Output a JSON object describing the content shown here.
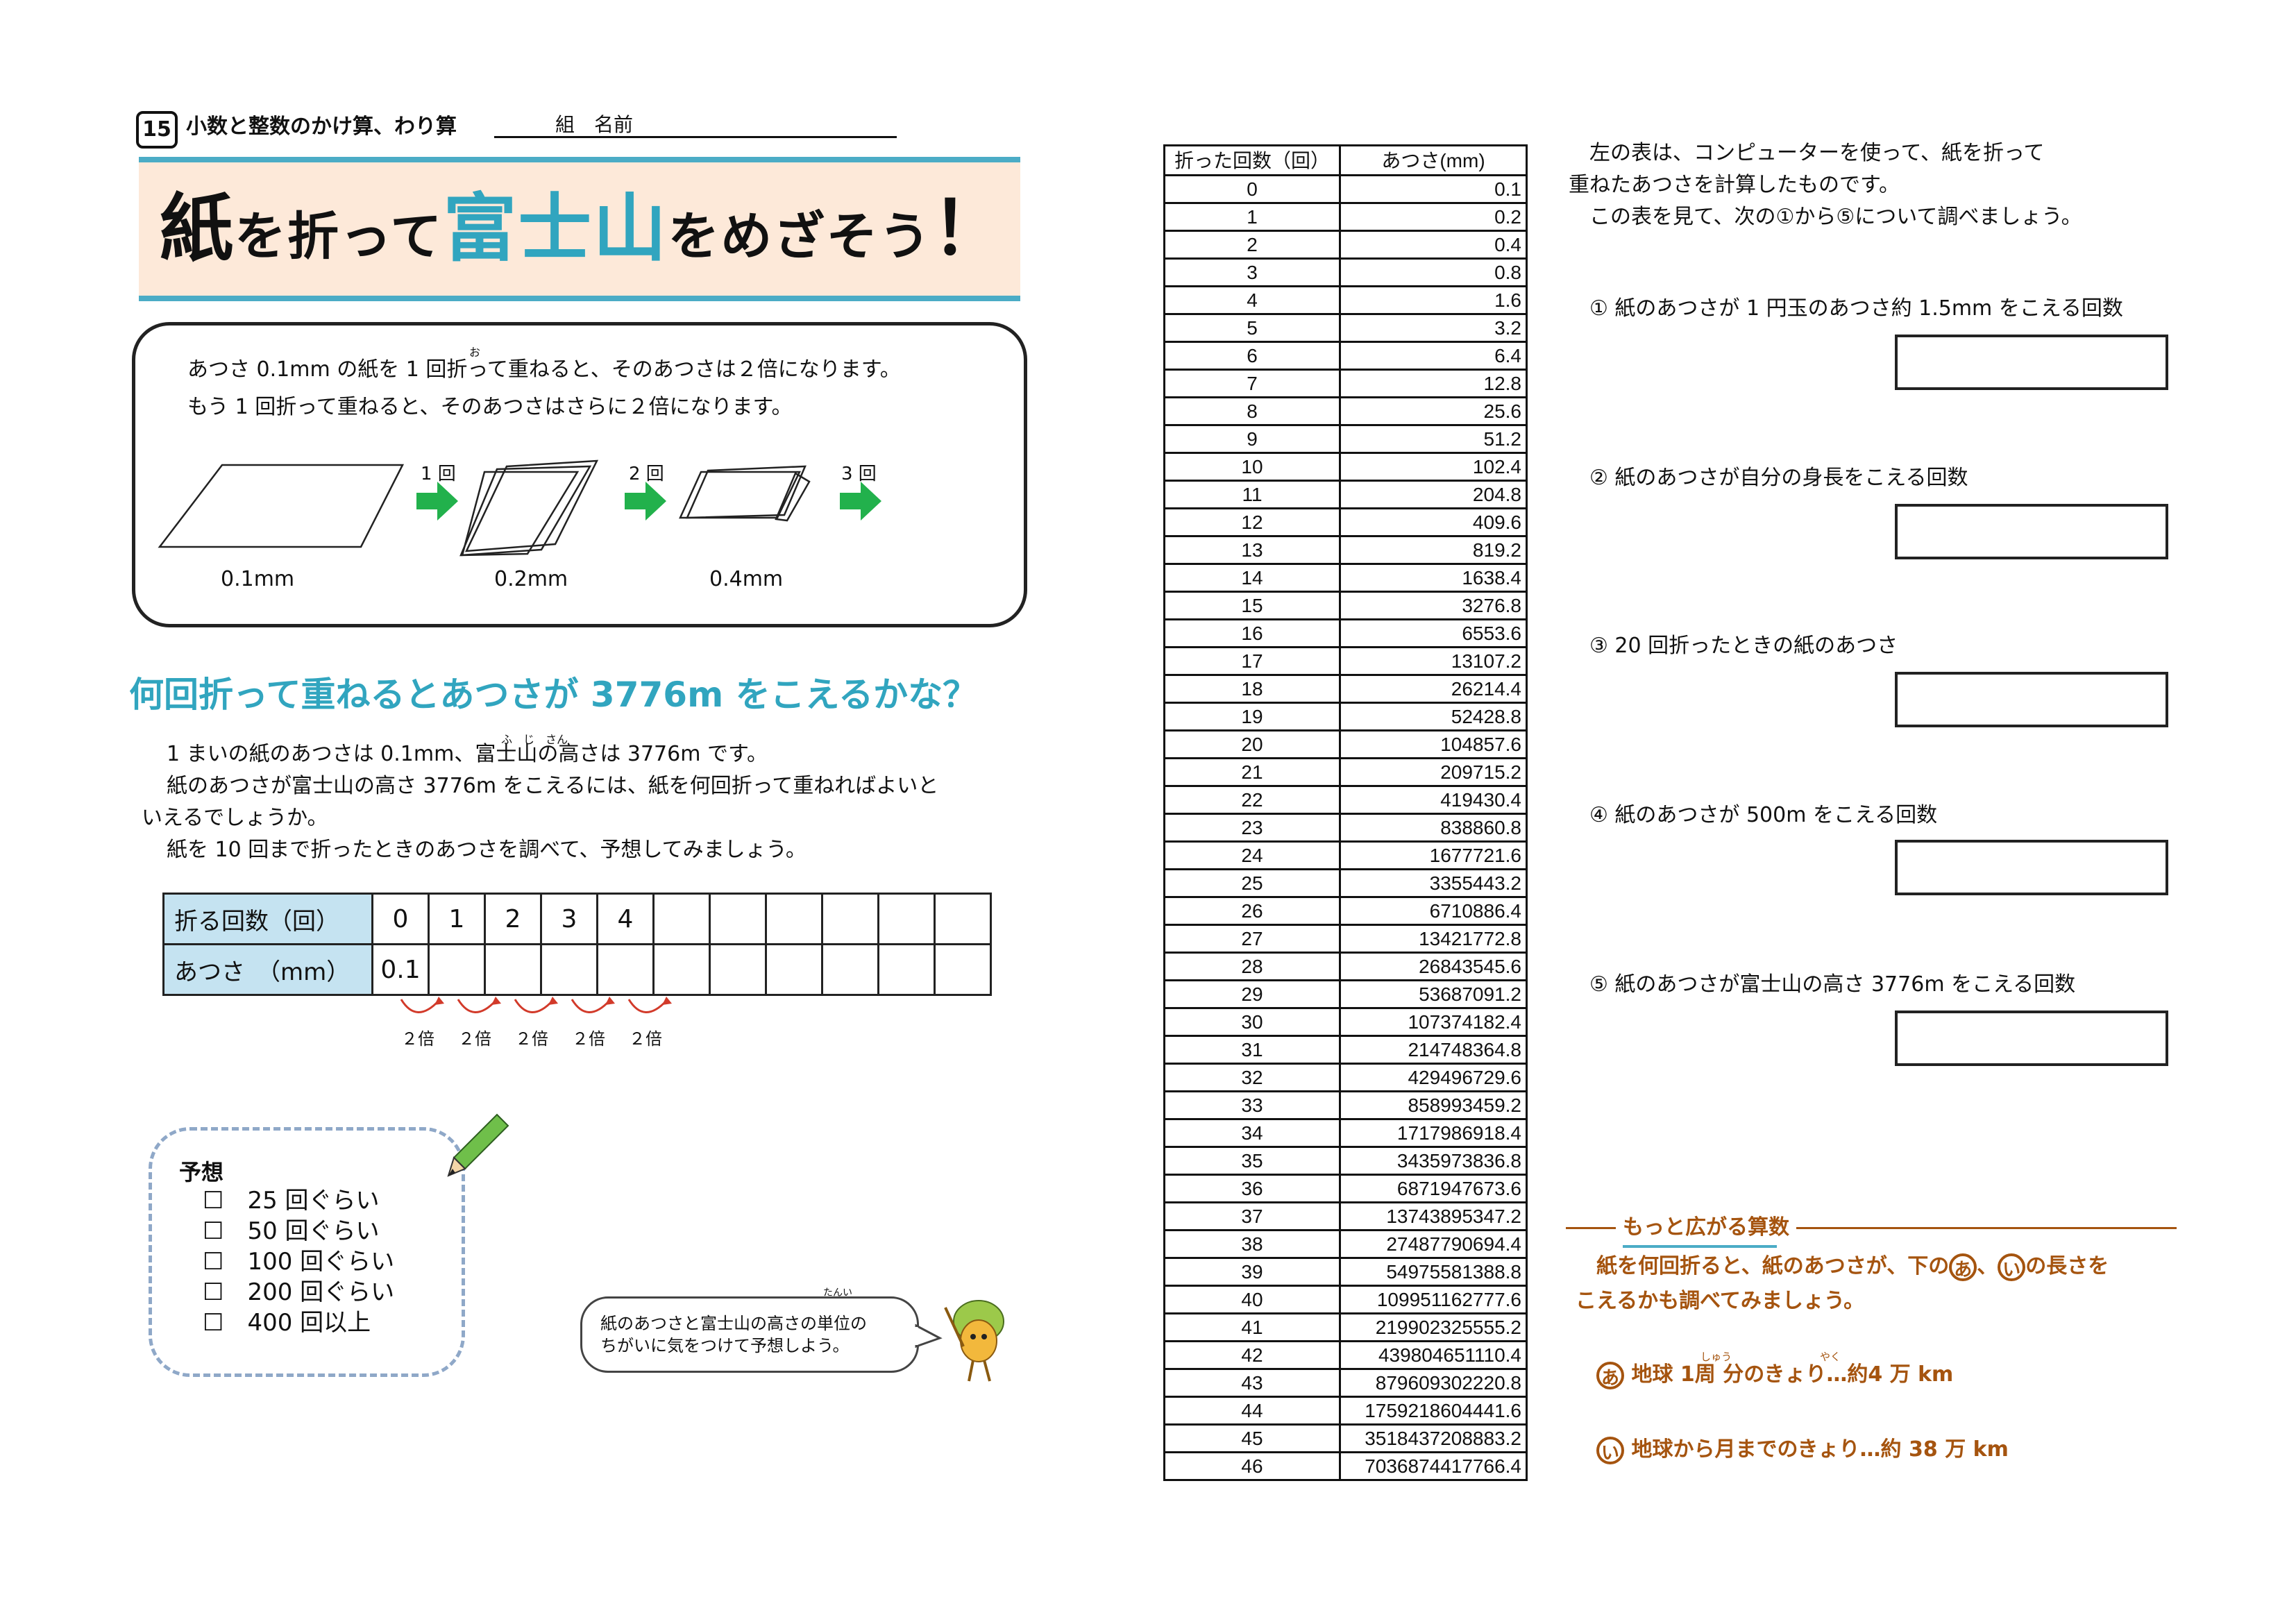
{
  "header": {
    "number": "15",
    "unit_title": "小数と整数のかけ算、わり算",
    "name_label": "組　名前"
  },
  "title": {
    "part1": "紙",
    "part2": "を折って",
    "part3": "富士山",
    "part4": "をめざそう",
    "part5": "！",
    "colors": {
      "accent": "#4bacc6",
      "band": "#fde9d9",
      "fuji": "#31a5bf"
    }
  },
  "info": {
    "line1_a": "あつさ 0.1mm の紙を 1 回",
    "line1_ori": "折",
    "line1_b": "って重ねると、そのあつさは２倍になります。",
    "ori_furigana": "お",
    "line2": "もう 1 回折って重ねると、そのあつさはさらに２倍になります。",
    "fold_labels": [
      "1 回",
      "2 回",
      "3 回"
    ],
    "thickness_labels": [
      "0.1mm",
      "0.2mm",
      "0.4mm"
    ]
  },
  "question": {
    "heading": "何回折って重ねるとあつさが 3776m をこえるかな？",
    "p1_a": "1 まいの紙のあつさは 0.1mm、",
    "p1_fuji": "富士山",
    "p1_b": "の高さは 3776m です。",
    "fuji_furigana": "ふ　じ　さん",
    "p2": "紙のあつさが富士山の高さ 3776m をこえるには、紙を何回折って重ねればよいと",
    "p3": "いえるでしょうか。",
    "p4": "紙を 10 回まで折ったときのあつさを調べて、予想してみましょう。"
  },
  "fold_table": {
    "row1_label": "折る回数（回）",
    "row2_label": "あつさ　（mm）",
    "counts": [
      "0",
      "1",
      "2",
      "3",
      "4",
      "",
      "",
      "",
      "",
      "",
      ""
    ],
    "thickness": [
      "0.1",
      "",
      "",
      "",
      "",
      "",
      "",
      "",
      "",
      "",
      ""
    ],
    "times_label": "２倍"
  },
  "prediction": {
    "title": "予想",
    "items": [
      "☐　25 回ぐらい",
      "☐　50 回ぐらい",
      "☐　100 回ぐらい",
      "☐　200 回ぐらい",
      "☐　400 回以上"
    ]
  },
  "bubble": {
    "line1_a": "紙のあつさと富士山の高さの",
    "line1_tan": "単位",
    "line1_b": "の",
    "tan_furigana": "たんい",
    "line2": "ちがいに気をつけて予想しよう。"
  },
  "data_table": {
    "col_headers": [
      "折った回数（回）",
      "あつさ(mm)"
    ],
    "rows": [
      [
        "0",
        "0.1"
      ],
      [
        "1",
        "0.2"
      ],
      [
        "2",
        "0.4"
      ],
      [
        "3",
        "0.8"
      ],
      [
        "4",
        "1.6"
      ],
      [
        "5",
        "3.2"
      ],
      [
        "6",
        "6.4"
      ],
      [
        "7",
        "12.8"
      ],
      [
        "8",
        "25.6"
      ],
      [
        "9",
        "51.2"
      ],
      [
        "10",
        "102.4"
      ],
      [
        "11",
        "204.8"
      ],
      [
        "12",
        "409.6"
      ],
      [
        "13",
        "819.2"
      ],
      [
        "14",
        "1638.4"
      ],
      [
        "15",
        "3276.8"
      ],
      [
        "16",
        "6553.6"
      ],
      [
        "17",
        "13107.2"
      ],
      [
        "18",
        "26214.4"
      ],
      [
        "19",
        "52428.8"
      ],
      [
        "20",
        "104857.6"
      ],
      [
        "21",
        "209715.2"
      ],
      [
        "22",
        "419430.4"
      ],
      [
        "23",
        "838860.8"
      ],
      [
        "24",
        "1677721.6"
      ],
      [
        "25",
        "3355443.2"
      ],
      [
        "26",
        "6710886.4"
      ],
      [
        "27",
        "13421772.8"
      ],
      [
        "28",
        "26843545.6"
      ],
      [
        "29",
        "53687091.2"
      ],
      [
        "30",
        "107374182.4"
      ],
      [
        "31",
        "214748364.8"
      ],
      [
        "32",
        "429496729.6"
      ],
      [
        "33",
        "858993459.2"
      ],
      [
        "34",
        "1717986918.4"
      ],
      [
        "35",
        "3435973836.8"
      ],
      [
        "36",
        "6871947673.6"
      ],
      [
        "37",
        "13743895347.2"
      ],
      [
        "38",
        "27487790694.4"
      ],
      [
        "39",
        "54975581388.8"
      ],
      [
        "40",
        "109951162777.6"
      ],
      [
        "41",
        "219902325555.2"
      ],
      [
        "42",
        "439804651110.4"
      ],
      [
        "43",
        "879609302220.8"
      ],
      [
        "44",
        "1759218604441.6"
      ],
      [
        "45",
        "3518437208883.2"
      ],
      [
        "46",
        "7036874417766.4"
      ]
    ]
  },
  "right": {
    "intro1": "左の表は、コンピューターを使って、紙を折って",
    "intro2": "重ねたあつさを計算したものです。",
    "intro3": "この表を見て、次の①から⑤について調べましょう。",
    "questions": [
      "① 紙のあつさが 1 円玉のあつさ約 1.5mm をこえる回数",
      "② 紙のあつさが自分の身長をこえる回数",
      "③ 20 回折ったときの紙のあつさ",
      "④ 紙のあつさが 500m をこえる回数",
      "⑤ 紙のあつさが富士山の高さ 3776m をこえる回数"
    ],
    "more_title": "もっと広がる算数",
    "more_p1_a": "紙を何回折ると、紙のあつさが、下の",
    "more_p1_b": "の長さを",
    "more_p2": "こえるかも調べてみましょう。",
    "mark_a": "あ",
    "mark_i": "い",
    "earth_a": "地球 1",
    "earth_shu": "周",
    "earth_b": " 分のきょり…",
    "earth_yaku": "約",
    "earth_c": "4 万 km",
    "shu_furigana": "しゅう",
    "yaku_furigana": "やく",
    "moon": "地球から月までのきょり…約 38 万 km",
    "accent_color": "#a5540f"
  }
}
